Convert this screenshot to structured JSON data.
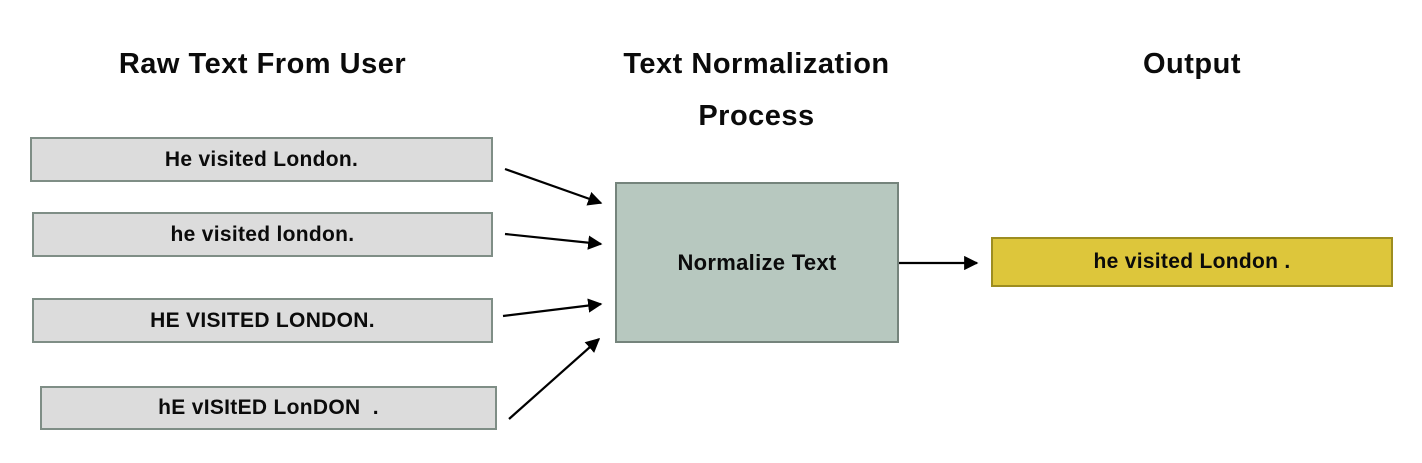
{
  "headings": {
    "raw": "Raw Text From User",
    "process_line1": "Text Normalization",
    "process_line2": "Process",
    "output": "Output"
  },
  "raw_boxes": [
    {
      "label": "He visited London."
    },
    {
      "label": "he visited london."
    },
    {
      "label": "HE VISITED LONDON."
    },
    {
      "label": "hE vISItED LonDON  ."
    }
  ],
  "process_box": {
    "label": "Normalize Text"
  },
  "output_box": {
    "label": "he visited London ."
  },
  "colors": {
    "raw_box_fill": "#dcdcdc",
    "raw_box_border": "#7f8e86",
    "process_box_fill": "#b7c8bf",
    "process_box_border": "#75847c",
    "output_box_fill": "#ddc63b",
    "output_box_border": "#9d8d20",
    "arrow": "#000000",
    "heading_text": "#0b0b0b"
  }
}
